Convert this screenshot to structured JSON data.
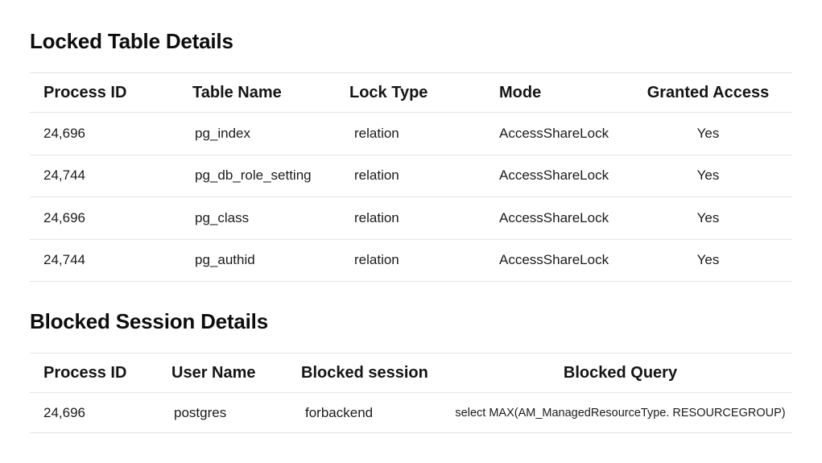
{
  "locked_table": {
    "title": "Locked Table Details",
    "headers": [
      "Process ID",
      "Table Name",
      "Lock Type",
      "Mode",
      "Granted Access"
    ],
    "rows": [
      [
        "24,696",
        "pg_index",
        "relation",
        "AccessShareLock",
        "Yes"
      ],
      [
        "24,744",
        "pg_db_role_setting",
        "relation",
        "AccessShareLock",
        "Yes"
      ],
      [
        "24,696",
        "pg_class",
        "relation",
        "AccessShareLock",
        "Yes"
      ],
      [
        "24,744",
        "pg_authid",
        "relation",
        "AccessShareLock",
        "Yes"
      ]
    ]
  },
  "blocked_session": {
    "title": "Blocked Session Details",
    "headers": [
      "Process ID",
      "User Name",
      "Blocked session",
      "Blocked Query"
    ],
    "rows": [
      [
        "24,696",
        "postgres",
        "forbackend",
        "select MAX(AM_ManagedResourceType. RESOURCEGROUP)"
      ]
    ]
  }
}
